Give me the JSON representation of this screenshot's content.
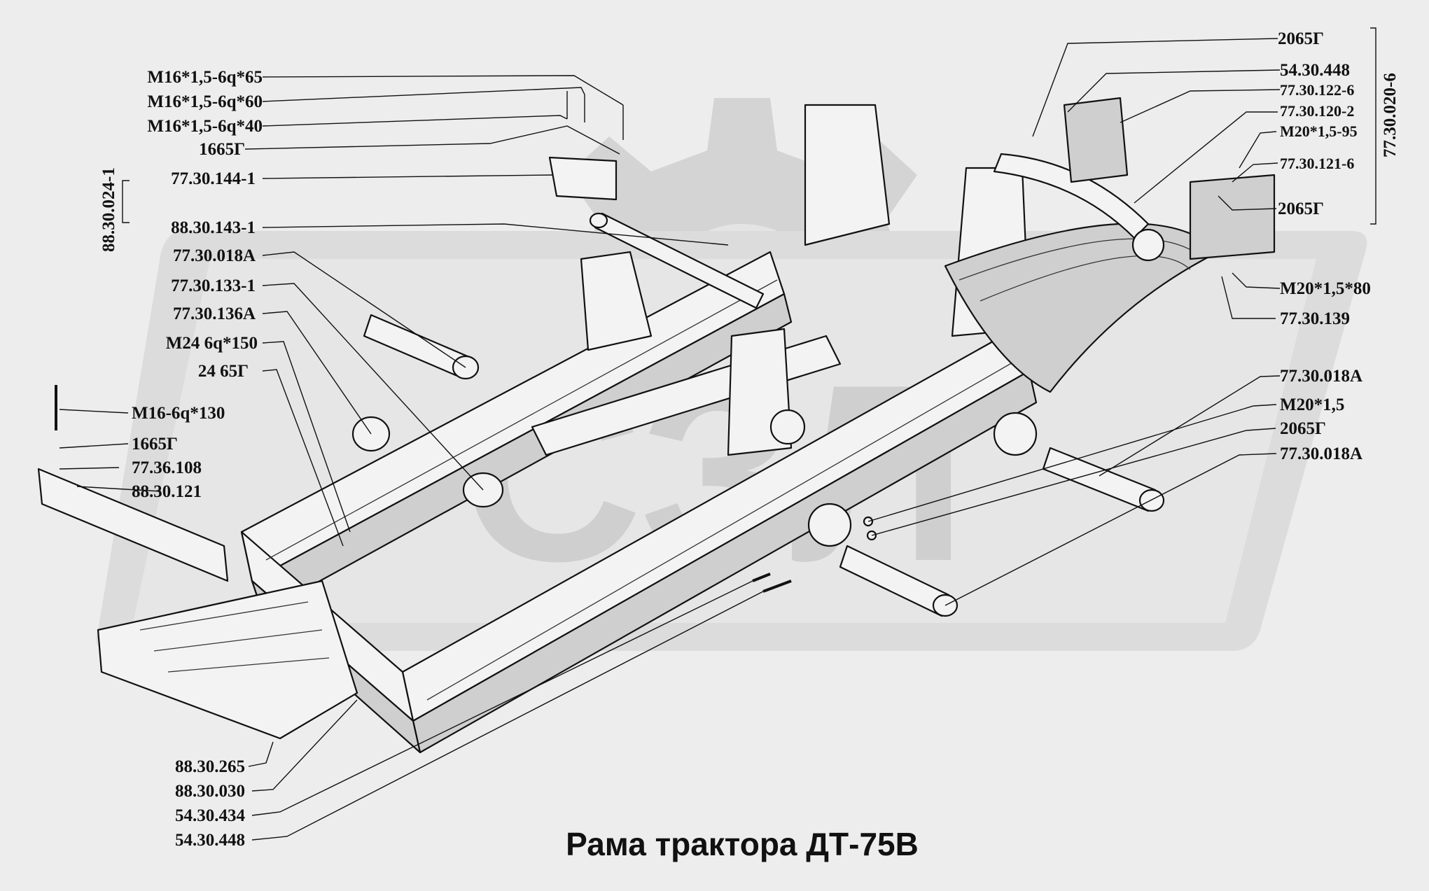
{
  "title": "Рама трактора ДТ-75В",
  "watermark": {
    "letters": "СЗЛ",
    "color": "#c8c8c8"
  },
  "left_labels": [
    "M16*1,5-6q*65",
    "M16*1,5-6q*60",
    "M16*1,5-6q*40",
    "1665Г",
    "77.30.144-1",
    "88.30.143-1",
    "77.30.018А",
    "77.30.133-1",
    "77.30.136А",
    "M24 6q*150",
    "24 65Г",
    "M16-6q*130",
    "1665Г",
    "77.36.108",
    "88.30.121"
  ],
  "bottom_labels": [
    "88.30.265",
    "88.30.030",
    "54.30.434",
    "54.30.448"
  ],
  "right_labels": [
    "2065Г",
    "54.30.448",
    "77.30.122-6",
    "77.30.120-2",
    "M20*1,5-95",
    "77.30.121-6",
    "2065Г",
    "M20*1,5*80",
    "77.30.139",
    "77.30.018А",
    "M20*1,5",
    "2065Г",
    "77.30.018А"
  ],
  "groups": {
    "left_vertical": "88.30.024-1",
    "right_vertical": "77.30.020-6"
  }
}
